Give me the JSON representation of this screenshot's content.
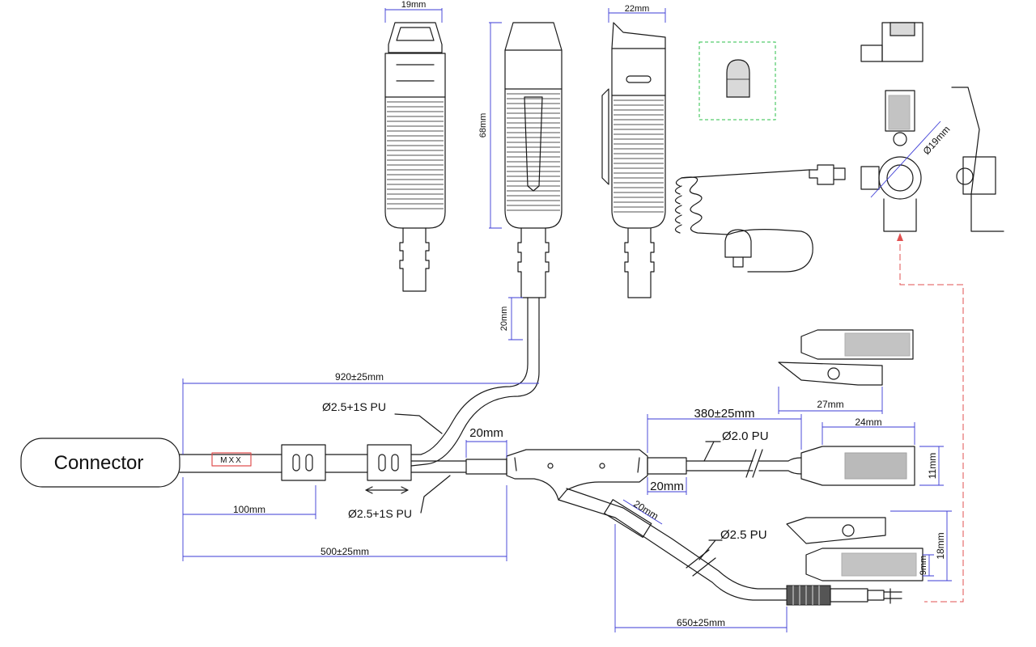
{
  "connector_label": "Connector",
  "marker_label": "MXX",
  "cable_labels": {
    "upper_pu": "Ø2.5+1S PU",
    "lower_pu": "Ø2.5+1S PU",
    "pu_20": "Ø2.0 PU",
    "pu_25": "Ø2.5 PU"
  },
  "dimensions": {
    "top_width_1": "19mm",
    "top_width_2": "22mm",
    "height_68": "68mm",
    "strain_20": "20mm",
    "len_920": "920±25mm",
    "len_100": "100mm",
    "len_500": "500±25mm",
    "seg_20_top": "20mm",
    "seg_20_right": "20mm",
    "seg_20_diag": "20mm",
    "len_380": "380±25mm",
    "clip_27": "27mm",
    "clip_24": "24mm",
    "clip_11": "11mm",
    "len_650": "650±25mm",
    "h_18": "18mm",
    "h_9": "9mm",
    "dia_19": "Ø19mm"
  }
}
